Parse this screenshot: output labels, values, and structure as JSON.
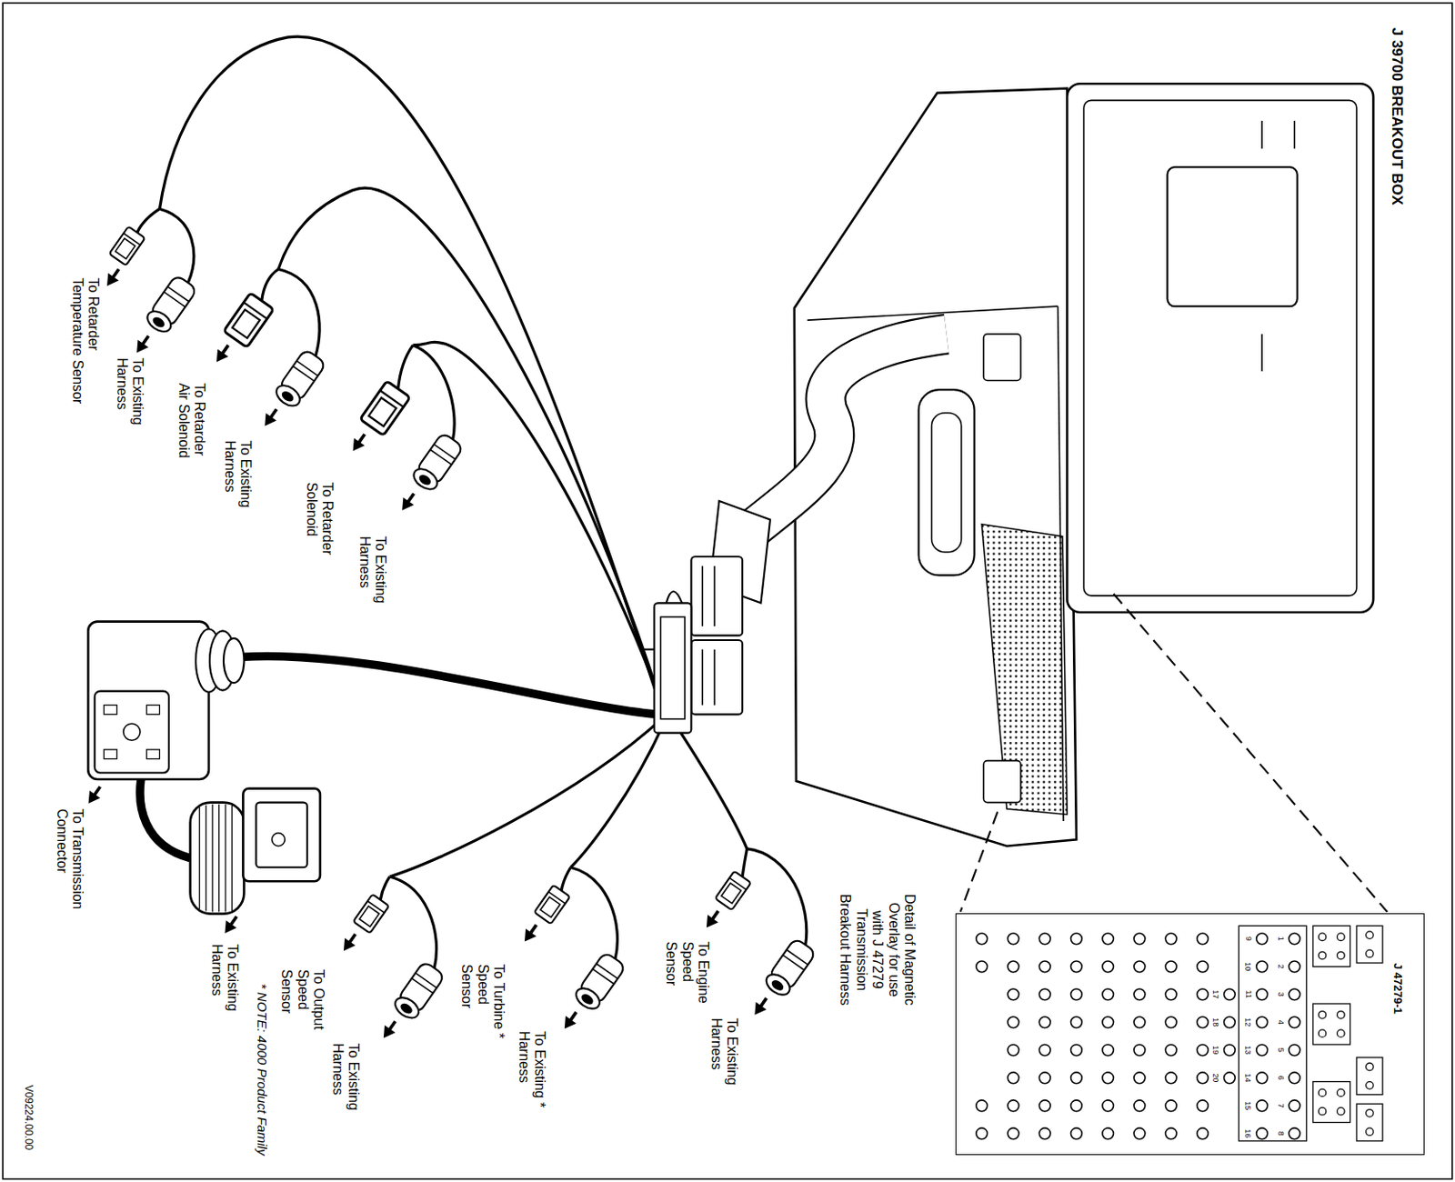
{
  "diagram": {
    "nodes": [
      {
        "text": [
          "J 47279-1"
        ]
      }
    ],
    "labels": [
      "J 39700 BREAKOUT BOX",
      "Detail of Magnetic Overlay for use with J 47279 Transmission Breakout Harness",
      "To Retarder Temperature Sensor",
      "To Existing Harness",
      "To Retarder Air Solenoid",
      "To Existing Harness",
      "To Retarder Solenoid",
      "To Existing Harness",
      "To Transmission Connector",
      "To Existing Harness",
      "* NOTE: 4000 Product Family",
      "To Output Speed Sensor",
      "To Existing Harness",
      "To Turbine * Speed Sensor",
      "To Existing * Harness",
      "To Engine Speed Sensor",
      "To Existing Harness",
      "V09224.00.00",
      "1",
      "2",
      "3",
      "4",
      "5",
      "6",
      "7",
      "8",
      "9",
      "10",
      "11",
      "12",
      "13",
      "14",
      "15",
      "16",
      "17",
      "18",
      "19",
      "20"
    ]
  }
}
